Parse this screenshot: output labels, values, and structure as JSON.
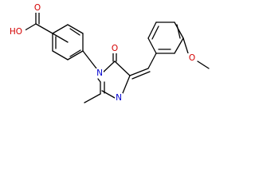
{
  "molecule": {
    "atoms": {
      "hydroxyl": "HO",
      "carbonyl_oxygen_acid": "O",
      "ring_nitrogen_1": "N",
      "ring_carbonyl_oxygen": "O",
      "ring_nitrogen_2": "N",
      "methoxy": "O"
    }
  },
  "colors": {
    "bond": "#000000",
    "oxygen": "#d40000",
    "nitrogen": "#0000d0",
    "background": "#ffffff"
  }
}
